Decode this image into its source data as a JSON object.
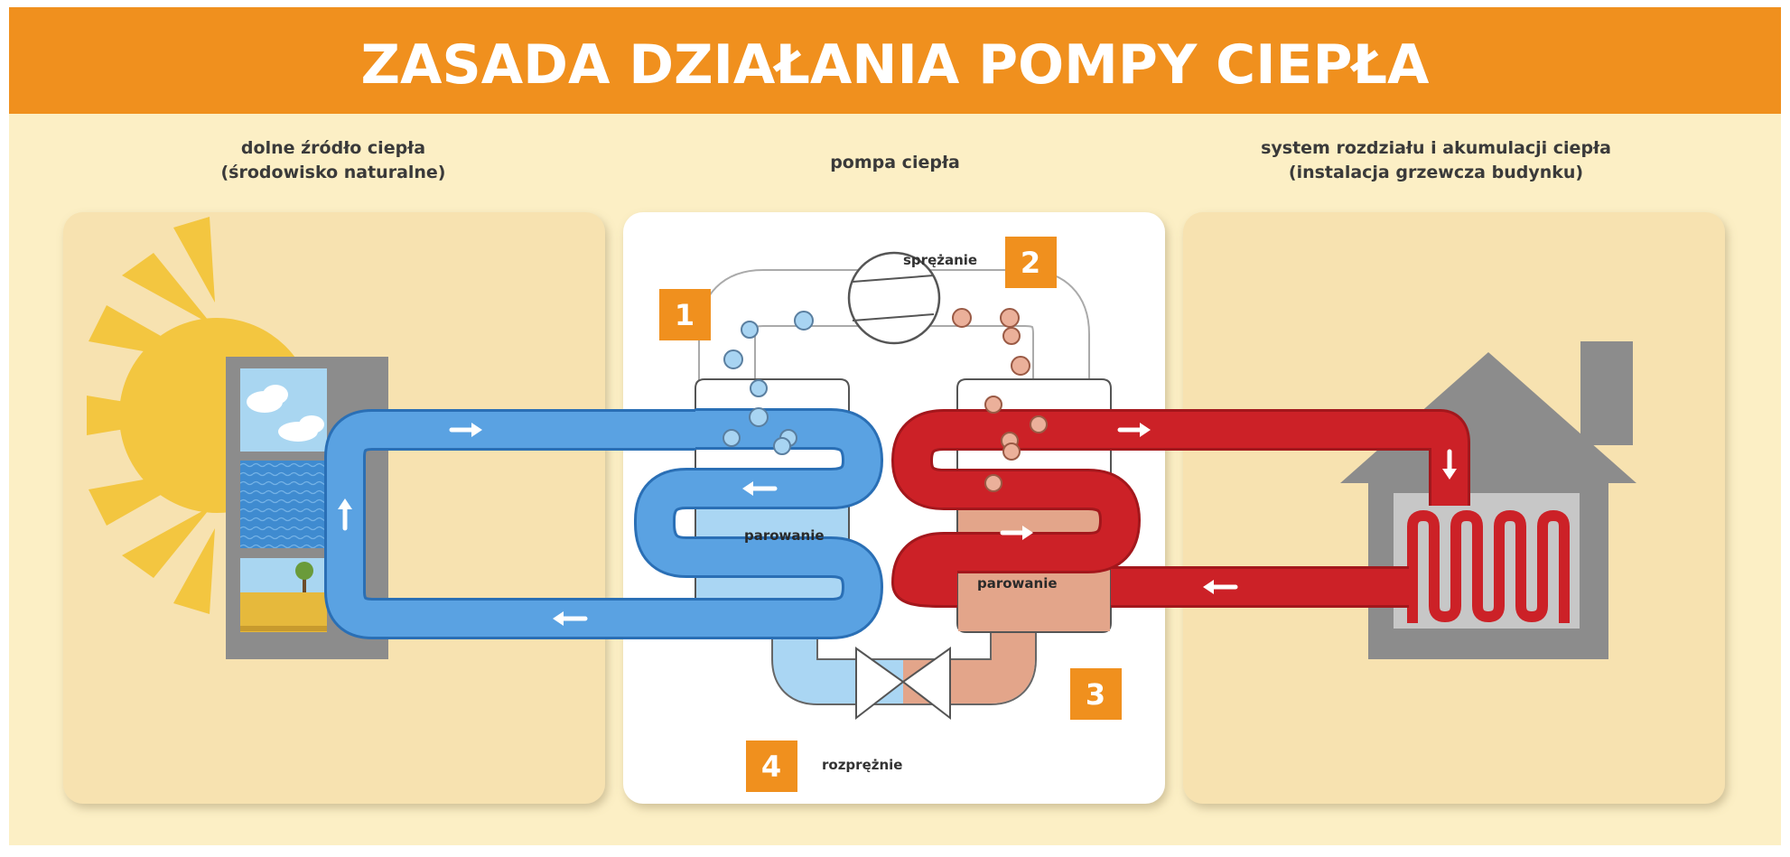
{
  "title": "ZASADA DZIAŁANIA POMPY CIEPŁA",
  "colors": {
    "orange": "#f0901e",
    "background": "#fcefc5",
    "panel": "#f7e2b0",
    "blue_pipe": "#5aa2e2",
    "red_pipe": "#cc2127",
    "cold_bubble": "#a8d4f2",
    "hot_bubble": "#ebb09a",
    "gray": "#8c8c8c"
  },
  "columns": {
    "left": {
      "line1": "dolne źródło ciepła",
      "line2": "(środowisko naturalne)"
    },
    "center": {
      "label": "pompa ciepła"
    },
    "right": {
      "line1": "system rozdziału i akumulacji ciepła",
      "line2": "(instalacja grzewcza budynku)"
    }
  },
  "steps": [
    {
      "number": "1"
    },
    {
      "number": "2",
      "label": "sprężanie"
    },
    {
      "number": "3"
    },
    {
      "number": "4",
      "label": "rozprężnie"
    }
  ],
  "tanks": {
    "left": "parowanie",
    "right": "parowanie"
  },
  "icons": [
    "sun-icon",
    "cloud-icon",
    "water-icon",
    "tree-icon",
    "compressor-icon",
    "expansion-valve-icon",
    "house-icon",
    "radiator-icon",
    "arrow-icon"
  ]
}
